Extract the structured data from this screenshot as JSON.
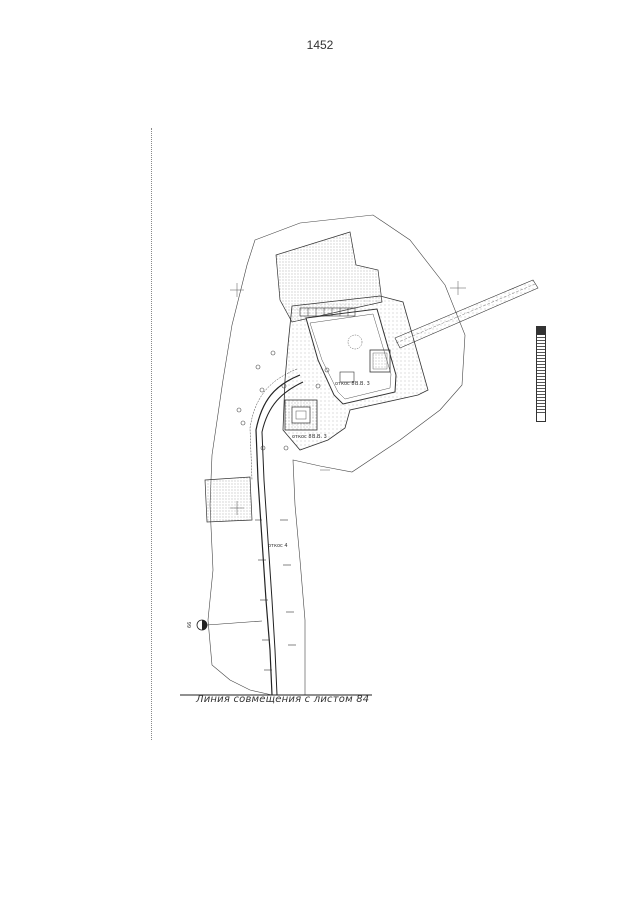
{
  "page": {
    "number": "1452"
  },
  "drawing": {
    "match_line_caption": "Линия совмещения с листом 84",
    "labels": {
      "site_1": "откос 8",
      "site_2": "В.В. 3",
      "site_3": "откос 8",
      "site_4": "В.В. 3",
      "channel": "откос 4",
      "marker": "66"
    }
  },
  "colors": {
    "line": "#333333",
    "hatch": "#9a9a9a"
  }
}
